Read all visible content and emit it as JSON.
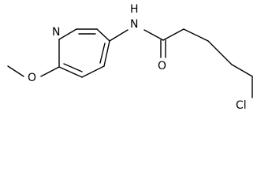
{
  "molecule": {
    "atoms": {
      "nitrogen_ring": "N",
      "amide_nh": "H",
      "amide_n": "N",
      "oxygen_methoxy": "O",
      "oxygen_carbonyl": "O",
      "chlorine": "Cl"
    },
    "colors": {
      "bond": "#000000",
      "text": "#000000",
      "background": "#ffffff"
    }
  }
}
